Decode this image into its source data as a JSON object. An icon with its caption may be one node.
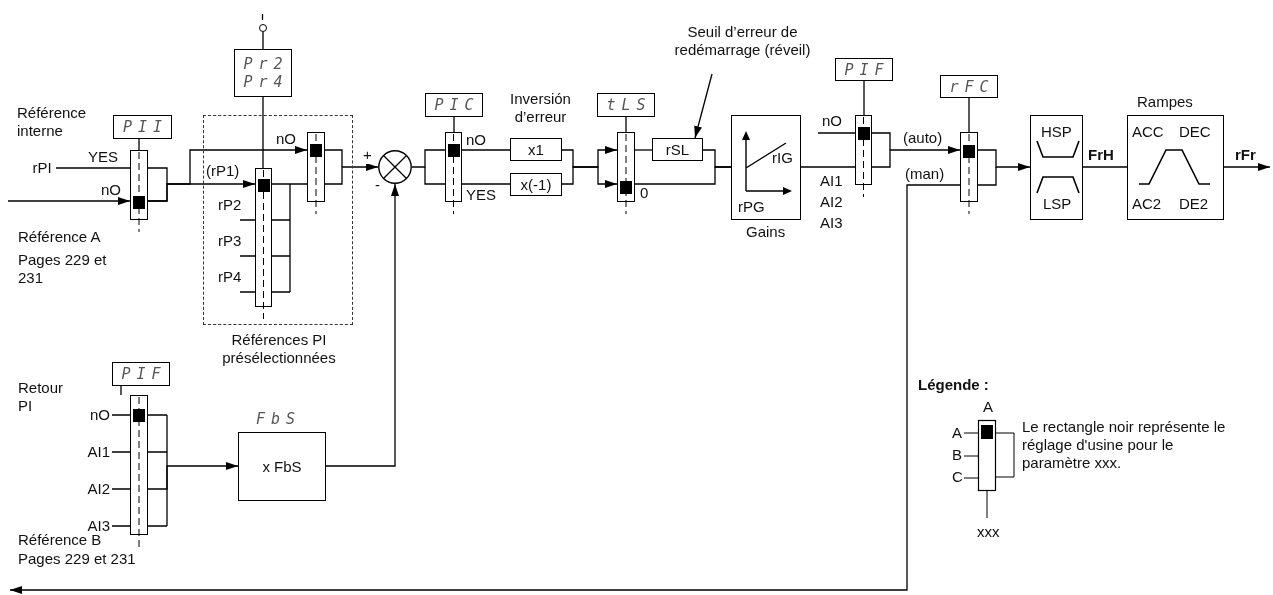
{
  "diagram": {
    "nodes": [
      {
        "text": [
          "PII"
        ]
      },
      {
        "text": [],
        "shape": "box"
      },
      {
        "text": [
          "Pr2",
          "Pr4"
        ]
      },
      {
        "text": [
          "Références PI présélectionnées"
        ]
      },
      {
        "text": [],
        "shape": "box",
        "in": 3,
        "beside": [
          "rP2",
          "rP3",
          "rP4"
        ]
      },
      {
        "text": [],
        "shape": "box",
        "in": 3
      },
      {
        "text": [],
        "shape": "circle"
      },
      {
        "text": [
          "PIC"
        ]
      },
      {
        "text": [],
        "shape": "box"
      },
      {
        "text": [
          "x1"
        ]
      },
      {
        "text": [
          "x(-1)"
        ]
      },
      {
        "text": [
          "tLS"
        ]
      },
      {
        "text": [],
        "shape": "box"
      },
      {
        "text": [
          "rSL"
        ]
      },
      {
        "text": [
          "rIG",
          "rPG",
          "Gains"
        ]
      },
      {
        "text": [
          "PIF"
        ]
      },
      {
        "text": [],
        "shape": "box",
        "beside": [
          "nO"
        ]
      },
      {
        "text": [
          "rFC"
        ]
      },
      {
        "text": [],
        "shape": "box"
      },
      {
        "text": [
          "HSP",
          "LSP"
        ]
      },
      {
        "text": [
          "Rampes",
          "ACC",
          "DEC",
          "AC2",
          "DE2"
        ]
      },
      {
        "text": [
          "PIF"
        ]
      },
      {
        "text": [],
        "shape": "box",
        "beside": [
          "nO",
          "AI1",
          "AI2",
          "AI3"
        ]
      },
      {
        "text": [
          "x FbS"
        ],
        "beside": [
          "FbS"
        ]
      },
      {
        "text": [
          "Seuil d’erreur de redémarrage (réveil)"
        ]
      },
      {
        "text": [],
        "shape": "circle"
      },
      {
        "text": [
          "rPI"
        ]
      }
    ],
    "edges": [
      {
        "from": 0,
        "to": 1,
        "arrow": "none"
      },
      {
        "from": 26,
        "to": 1,
        "arrow": "none"
      },
      {
        "from": null,
        "to": 1,
        "arrow": "to"
      },
      {
        "from": 1,
        "to": 4,
        "arrow": "to"
      },
      {
        "from": 1,
        "to": 5,
        "arrow": "to"
      },
      {
        "from": 4,
        "to": 5,
        "arrow": "none"
      },
      {
        "from": 5,
        "to": 6,
        "arrow": "to",
        "label": "+"
      },
      {
        "from": 2,
        "to": 4,
        "arrow": "none"
      },
      {
        "from": 25,
        "to": 2,
        "arrow": "none"
      },
      {
        "from": 6,
        "to": 8,
        "arrow": "none"
      },
      {
        "from": 7,
        "to": 8,
        "arrow": "none"
      },
      {
        "from": 8,
        "to": 9,
        "arrow": "none"
      },
      {
        "from": 8,
        "to": 10,
        "arrow": "none"
      },
      {
        "from": 9,
        "to": 12,
        "arrow": "to"
      },
      {
        "from": 10,
        "to": 12,
        "arrow": "to"
      },
      {
        "from": 11,
        "to": 12,
        "arrow": "none"
      },
      {
        "from": 12,
        "to": 13,
        "arrow": "none"
      },
      {
        "from": 13,
        "to": 14,
        "arrow": "none"
      },
      {
        "from": 12,
        "to": 14,
        "arrow": "none"
      },
      {
        "from": 14,
        "to": 16,
        "arrow": "none"
      },
      {
        "from": 15,
        "to": 16,
        "arrow": "none"
      },
      {
        "from": 16,
        "to": 18,
        "arrow": "to",
        "label": "(auto)"
      },
      {
        "from": 18,
        "to": null,
        "arrow": "to",
        "label": "(man)"
      },
      {
        "from": 17,
        "to": 18,
        "arrow": "none"
      },
      {
        "from": 18,
        "to": 19,
        "arrow": "to"
      },
      {
        "from": 19,
        "to": 20,
        "arrow": "none",
        "label": "FrH"
      },
      {
        "from": 20,
        "to": null,
        "arrow": "to",
        "label": "rFr"
      },
      {
        "from": 21,
        "to": 22,
        "arrow": "none"
      },
      {
        "from": 22,
        "to": 23,
        "arrow": "to"
      },
      {
        "from": 23,
        "to": 6,
        "arrow": "to",
        "label": "-"
      },
      {
        "from": 24,
        "to": 13,
        "arrow": "to"
      }
    ],
    "labels": [
      "Référence interne",
      "YES",
      "nO",
      "Référence A",
      "Pages 229 et 231",
      "nO",
      "(rP1)",
      "nO",
      "YES",
      "Inversión d’erreur",
      "0",
      "AI1",
      "AI2",
      "AI3",
      "Retour PI",
      "Référence B",
      "Pages 229 et 231",
      "Légende :",
      "A",
      "A",
      "B",
      "C",
      "xxx"
    ],
    "legend": [
      {
        "text": "Le rectangle noir représente le réglage d'usine pour le paramètre xxx."
      }
    ]
  }
}
